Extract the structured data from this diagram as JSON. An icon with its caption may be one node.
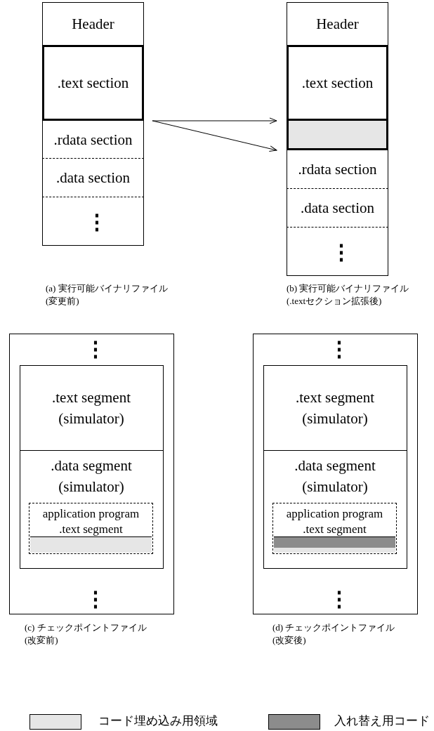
{
  "diagram": {
    "nodes": [
      {
        "text": [
          "Header"
        ]
      },
      {
        "text": [
          ".text section"
        ]
      },
      {
        "text": [
          ".rdata section"
        ]
      },
      {
        "text": [
          ".data section"
        ]
      },
      {
        "text": [
          "⋮"
        ]
      },
      {
        "text": [
          "Header"
        ]
      },
      {
        "text": [
          ".text section"
        ]
      },
      {
        "text": [],
        "shape": "box"
      },
      {
        "text": [
          ".rdata section"
        ]
      },
      {
        "text": [
          ".data section"
        ]
      },
      {
        "text": [
          "⋮"
        ]
      },
      {
        "text": [
          "⋮",
          "⋮"
        ]
      },
      {
        "text": [
          ".text segment (simulator)"
        ],
        "in": 11
      },
      {
        "text": [
          ".data segment (simulator)"
        ],
        "in": 11
      },
      {
        "text": [
          "application program .text segment"
        ],
        "in": 13
      },
      {
        "text": [],
        "shape": "box",
        "in": 14
      },
      {
        "text": [
          "⋮",
          "⋮"
        ]
      },
      {
        "text": [
          ".text segment (simulator)"
        ],
        "in": 16
      },
      {
        "text": [
          ".data segment (simulator)"
        ],
        "in": 16
      },
      {
        "text": [
          "application program .text segment"
        ],
        "in": 18
      },
      {
        "text": [],
        "shape": "box",
        "in": 19
      },
      {
        "text": [],
        "shape": "box",
        "in": 19
      }
    ],
    "edges": [
      {
        "from": 1,
        "to": 6,
        "arrow": "to"
      },
      {
        "from": 1,
        "to": 7,
        "arrow": "to"
      }
    ],
    "labels": [
      "(a) 実行可能バイナリファイル (変更前)",
      "(b) 実行可能バイナリファイル (.textセクション拡張後)",
      "(c) チェックポイントファイル (改変前)",
      "(d) チェックポイントファイル (改変後)"
    ],
    "legend": [
      {
        "text": "コード埋め込み用領域",
        "color": "#e6e6e6"
      },
      {
        "text": "入れ替え用コード",
        "color": "#8c8c8c"
      }
    ]
  }
}
